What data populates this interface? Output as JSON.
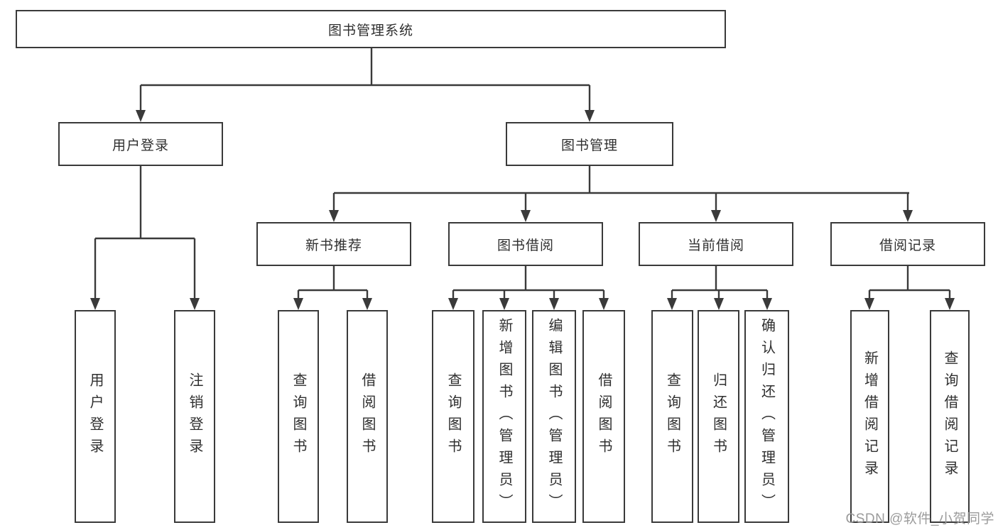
{
  "diagram": {
    "type": "hierarchy-tree",
    "colors": {
      "line": "#3a3a3a",
      "box_border": "#3a3a3a",
      "box_fill": "#ffffff",
      "text": "#2f2f2f",
      "watermark": "#9b9b9b"
    },
    "tree": {
      "label": "图书管理系统",
      "children": [
        {
          "label": "用户登录",
          "children": [
            {
              "label": "用户登录"
            },
            {
              "label": "注销登录"
            }
          ]
        },
        {
          "label": "图书管理",
          "children": [
            {
              "label": "新书推荐",
              "children": [
                {
                  "label": "查询图书"
                },
                {
                  "label": "借阅图书"
                }
              ]
            },
            {
              "label": "图书借阅",
              "children": [
                {
                  "label": "查询图书"
                },
                {
                  "label": "新增图书（管理员）"
                },
                {
                  "label": "编辑图书（管理员）"
                },
                {
                  "label": "借阅图书"
                }
              ]
            },
            {
              "label": "当前借阅",
              "children": [
                {
                  "label": "查询图书"
                },
                {
                  "label": "归还图书"
                },
                {
                  "label": "确认归还（管理员）"
                }
              ]
            },
            {
              "label": "借阅记录",
              "children": [
                {
                  "label": "新增借阅记录"
                },
                {
                  "label": "查询借阅记录"
                }
              ]
            }
          ]
        }
      ]
    },
    "watermark": {
      "text": "CSDN @软件_小贺同学"
    }
  }
}
